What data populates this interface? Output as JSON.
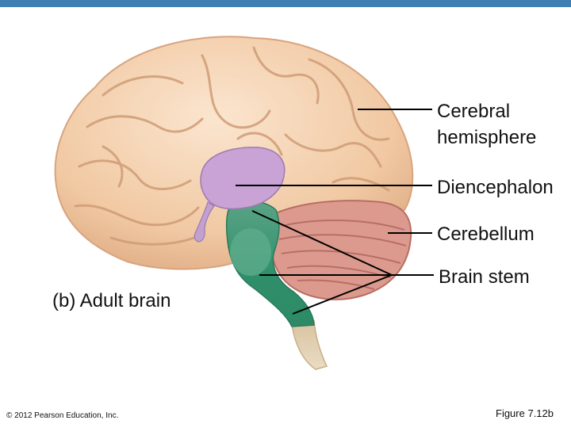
{
  "labels": {
    "cerebral": "Cerebral hemisphere",
    "diencephalon": "Diencephalon",
    "cerebellum": "Cerebellum",
    "brain_stem": "Brain stem"
  },
  "caption": "(b) Adult brain",
  "copyright": "© 2012 Pearson Education, Inc.",
  "figure": "Figure 7.12b",
  "colors": {
    "header_bar": "#3f7fb1",
    "cerebrum": "#f3cfae",
    "diencephalon": "#c9a3d6",
    "cerebellum": "#d9928a",
    "brain_stem": "#3f9a72"
  }
}
